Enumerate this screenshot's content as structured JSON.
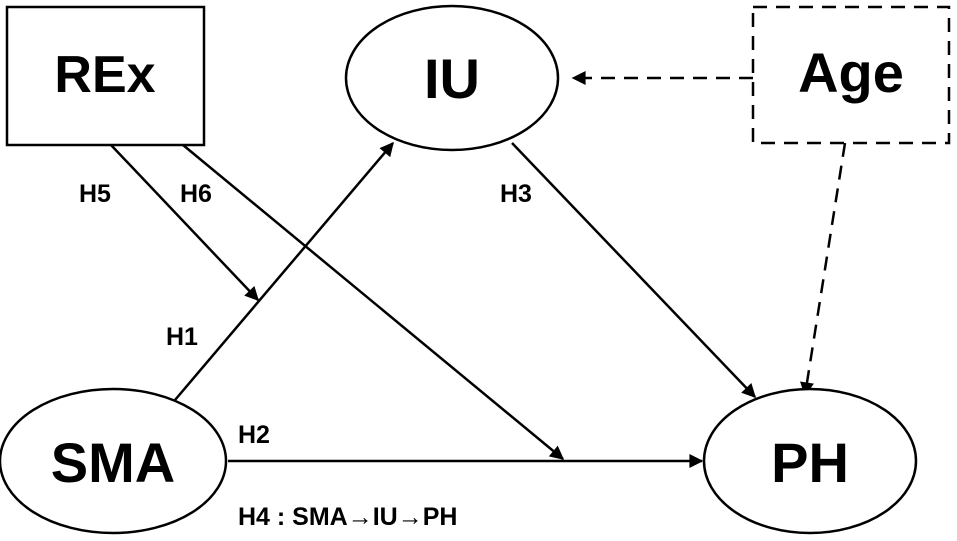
{
  "nodes": {
    "rex": {
      "label": "REx"
    },
    "iu": {
      "label": "IU"
    },
    "age": {
      "label": "Age"
    },
    "sma": {
      "label": "SMA"
    },
    "ph": {
      "label": "PH"
    }
  },
  "hypotheses": {
    "h1": "H1",
    "h2": "H2",
    "h3": "H3",
    "h5": "H5",
    "h6": "H6"
  },
  "footnote": "H4 : SMA→IU→PH",
  "colors": {
    "stroke": "#000000",
    "background": "#ffffff"
  }
}
